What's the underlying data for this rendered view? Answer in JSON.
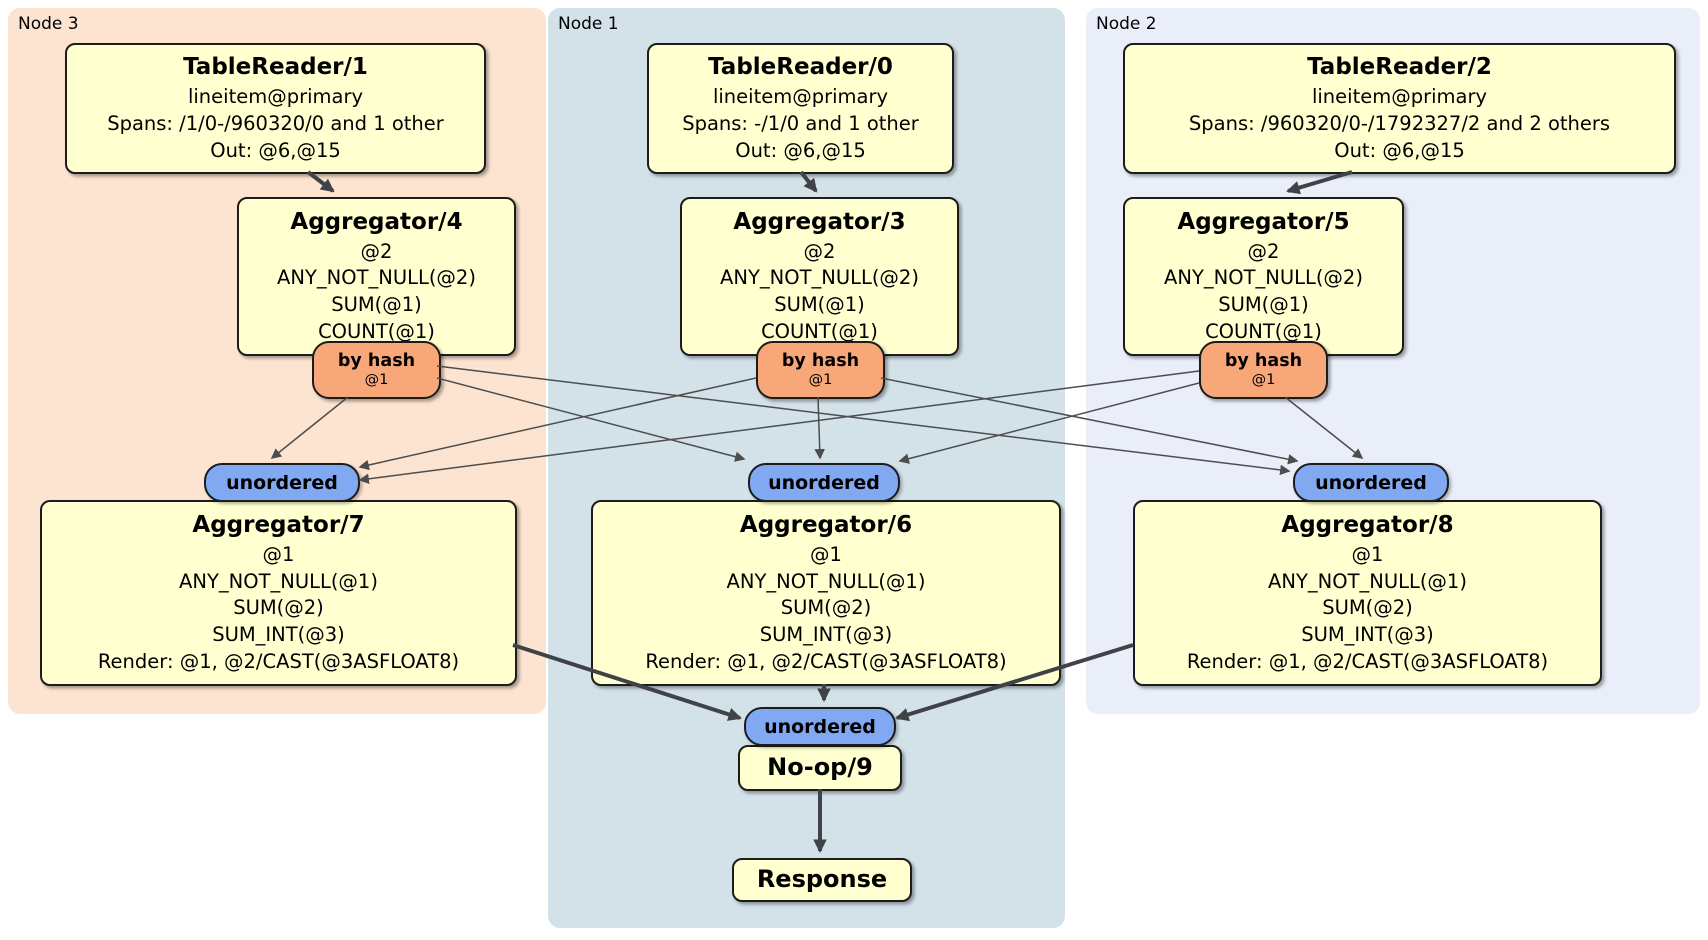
{
  "groups": [
    {
      "label": "Node 3"
    },
    {
      "label": "Node 1"
    },
    {
      "label": "Node 2"
    }
  ],
  "operators": {
    "tablereader1": {
      "title": "TableReader/1",
      "lines": [
        "lineitem@primary",
        "Spans: /1/0-/960320/0 and 1 other",
        "Out: @6,@15"
      ]
    },
    "tablereader0": {
      "title": "TableReader/0",
      "lines": [
        "lineitem@primary",
        "Spans: -/1/0 and 1 other",
        "Out: @6,@15"
      ]
    },
    "tablereader2": {
      "title": "TableReader/2",
      "lines": [
        "lineitem@primary",
        "Spans: /960320/0-/1792327/2 and 2 others",
        "Out: @6,@15"
      ]
    },
    "aggregator4": {
      "title": "Aggregator/4",
      "lines": [
        "@2",
        "ANY_NOT_NULL(@2)",
        "SUM(@1)",
        "COUNT(@1)"
      ]
    },
    "aggregator3": {
      "title": "Aggregator/3",
      "lines": [
        "@2",
        "ANY_NOT_NULL(@2)",
        "SUM(@1)",
        "COUNT(@1)"
      ]
    },
    "aggregator5": {
      "title": "Aggregator/5",
      "lines": [
        "@2",
        "ANY_NOT_NULL(@2)",
        "SUM(@1)",
        "COUNT(@1)"
      ]
    },
    "aggregator7": {
      "title": "Aggregator/7",
      "lines": [
        "@1",
        "ANY_NOT_NULL(@1)",
        "SUM(@2)",
        "SUM_INT(@3)",
        "Render: @1, @2/CAST(@3ASFLOAT8)"
      ]
    },
    "aggregator6": {
      "title": "Aggregator/6",
      "lines": [
        "@1",
        "ANY_NOT_NULL(@1)",
        "SUM(@2)",
        "SUM_INT(@3)",
        "Render: @1, @2/CAST(@3ASFLOAT8)"
      ]
    },
    "aggregator8": {
      "title": "Aggregator/8",
      "lines": [
        "@1",
        "ANY_NOT_NULL(@1)",
        "SUM(@2)",
        "SUM_INT(@3)",
        "Render: @1, @2/CAST(@3ASFLOAT8)"
      ]
    },
    "noop": {
      "title": "No-op/9"
    },
    "response": {
      "title": "Response"
    }
  },
  "router": {
    "label": "by hash",
    "detail": "@1"
  },
  "stream": {
    "unordered_label": "unordered"
  },
  "colors": {
    "node3_bg": "#fce4d0",
    "node1_bg": "#d3e1e9",
    "node2_bg": "#e9eef8",
    "operator_bg": "#ffffcf",
    "router_bg": "#f8a878",
    "stream_bg": "#80a9f1",
    "edge": "#3f4347"
  }
}
